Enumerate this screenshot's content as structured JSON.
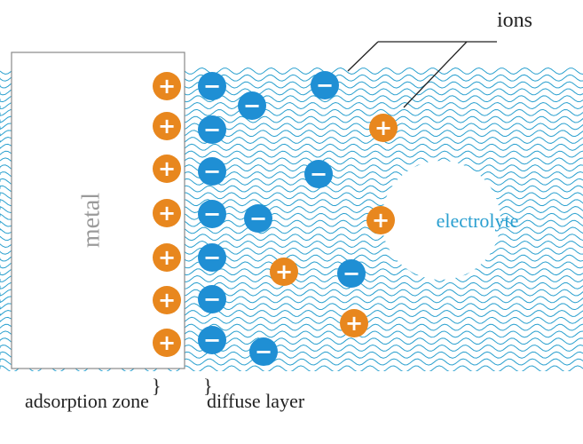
{
  "labels": {
    "ions": "ions",
    "metal": "metal",
    "electrolyte": "electrolyte",
    "adsorption_zone": "adsorption zone",
    "diffuse_layer": "diffuse layer"
  },
  "symbols": {
    "positive": "+",
    "negative": "−",
    "brace": "}"
  },
  "colors": {
    "wave": "#2aa0cf",
    "positive_ion": "#e8871e",
    "negative_ion": "#1f8fd4",
    "metal_border": "#888888",
    "electrolyte_text": "#2a9fd0",
    "metal_text": "#9a9a9a",
    "text": "#222222"
  },
  "icons": {
    "positive_ion": "plus-circle-icon",
    "negative_ion": "minus-circle-icon"
  }
}
